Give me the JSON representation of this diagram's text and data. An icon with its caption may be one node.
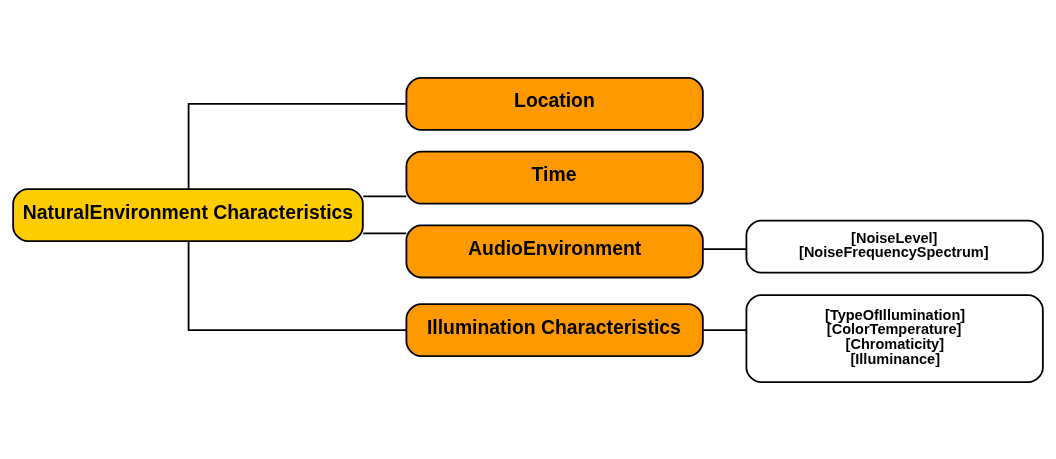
{
  "diagram": {
    "nodes": [
      {
        "text": [
          "NaturalEnvironment Characteristics"
        ]
      },
      {
        "text": [
          "Location"
        ]
      },
      {
        "text": [
          "Time"
        ]
      },
      {
        "text": [
          "AudioEnvironment"
        ]
      },
      {
        "text": [
          "[NoiseLevel]",
          "[NoiseFrequencySpectrum]"
        ]
      },
      {
        "text": [
          "Illumination Characteristics"
        ]
      },
      {
        "text": [
          "[TypeOfIllumination]",
          "[ColorTemperature]",
          "[Chromaticity]",
          "[Illuminance]"
        ]
      }
    ],
    "edges": [
      {
        "from": 0,
        "to": 1,
        "arrow": "none"
      },
      {
        "from": 0,
        "to": 2,
        "arrow": "none"
      },
      {
        "from": 0,
        "to": 3,
        "arrow": "none"
      },
      {
        "from": 0,
        "to": 5,
        "arrow": "none"
      },
      {
        "from": 3,
        "to": 4,
        "arrow": "none"
      },
      {
        "from": 5,
        "to": 6,
        "arrow": "none"
      }
    ]
  }
}
